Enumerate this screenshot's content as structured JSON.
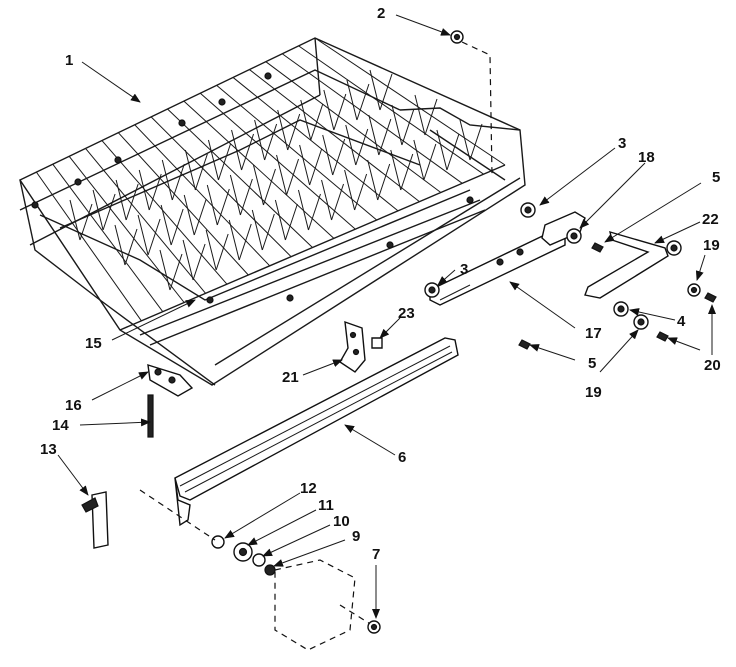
{
  "labels": {
    "l1": "1",
    "l2": "2",
    "l3a": "3",
    "l3b": "3",
    "l4": "4",
    "l5a": "5",
    "l5b": "5",
    "l6": "6",
    "l7": "7",
    "l9": "9",
    "l10": "10",
    "l11": "11",
    "l12": "12",
    "l13": "13",
    "l14": "14",
    "l15": "15",
    "l16": "16",
    "l17": "17",
    "l18": "18",
    "l19a": "19",
    "l19b": "19",
    "l20": "20",
    "l21": "21",
    "l22": "22",
    "l23": "23"
  }
}
